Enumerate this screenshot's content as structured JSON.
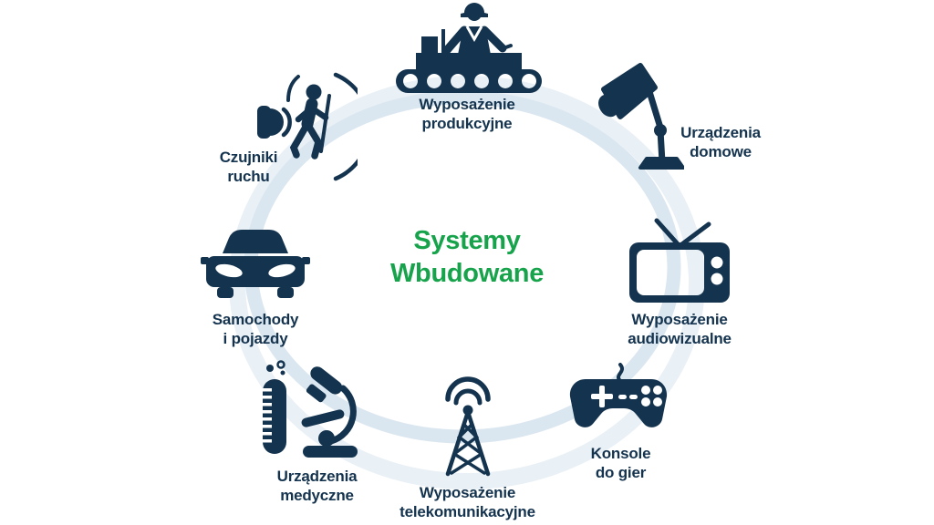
{
  "title": {
    "line1": "Systemy",
    "line2": "Wbudowane"
  },
  "colors": {
    "icon_navy": "#14334e",
    "title_green": "#17a34b",
    "ring_outer": "#e9f0f6",
    "ring_inner": "#dbe7f0",
    "background": "#ffffff"
  },
  "items": [
    {
      "id": "production",
      "label_line1": "Wyposażenie",
      "label_line2": "produkcyjne",
      "icon": "conveyor-worker-icon"
    },
    {
      "id": "home",
      "label_line1": "Urządzenia",
      "label_line2": "domowe",
      "icon": "desk-lamp-icon"
    },
    {
      "id": "audiovisual",
      "label_line1": "Wyposażenie",
      "label_line2": "audiowizualne",
      "icon": "retro-tv-icon"
    },
    {
      "id": "consoles",
      "label_line1": "Konsole",
      "label_line2": "do gier",
      "icon": "gamepad-icon"
    },
    {
      "id": "telecom",
      "label_line1": "Wyposażenie",
      "label_line2": "telekomunikacyjne",
      "icon": "radio-tower-icon"
    },
    {
      "id": "medical",
      "label_line1": "Urządzenia",
      "label_line2": "medyczne",
      "icon": "microscope-icon"
    },
    {
      "id": "vehicles",
      "label_line1": "Samochody",
      "label_line2": "i pojazdy",
      "icon": "car-icon"
    },
    {
      "id": "motion",
      "label_line1": "Czujniki",
      "label_line2": "ruchu",
      "icon": "motion-sensor-icon"
    }
  ]
}
